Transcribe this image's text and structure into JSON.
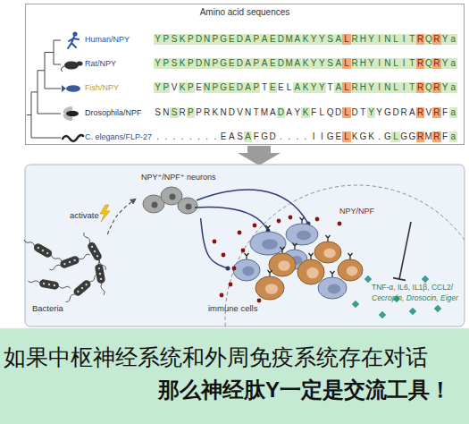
{
  "diagram": {
    "nodes": [
      {
        "text": [
          "Amino acid sequences"
        ]
      },
      {
        "text": [
          "NPY⁺/NPF⁺ neurons"
        ]
      },
      {
        "text": [
          "Bacteria"
        ]
      },
      {
        "text": [
          "immune cells"
        ]
      }
    ],
    "edges": [
      {
        "from": 2,
        "to": 1,
        "arrow": "to",
        "label": "activate"
      },
      {
        "from": 1,
        "to": 3,
        "arrow": "none"
      }
    ],
    "labels": [
      "Human/NPY",
      "YPSKPDNPGEDAPAEDMAKYYSALRHYINLITRQRYa",
      "Rat/NPY",
      "YPSKPDNPGEDAPAEDMAKYYSALRHYINLITRQRYa",
      "Fish/NPY",
      "YPVKPENPGEDAPTEELAKYYTALRHYINLITRQRYa",
      "Drosophila/NPF",
      "SNSRPPRKNDVNTMADAYKFLQDLDTYYGDRARVRFa",
      "C. elegans/FLP-27",
      "........EASAFGD....IIGELKGK.GLGGRMRFa",
      "NPY/NPF",
      "TNF-α, IL6, IL1β, CCL2/",
      "Cecropin, Drosocin, Eiger",
      "如果中枢神经系统和外周免疫系统存在对话",
      "那么神经肽Y一定是交流工具！"
    ]
  }
}
